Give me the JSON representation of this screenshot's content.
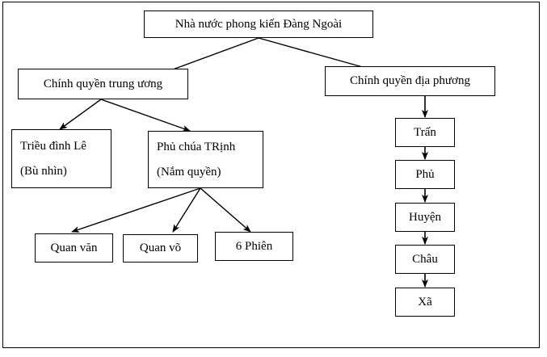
{
  "diagram": {
    "title": "Nhà nước phong kiến Đàng Ngoài",
    "type": "organizational-hierarchy-tree",
    "nodes": {
      "root": {
        "label": "Nhà nước phong kiến Đàng Ngoài"
      },
      "central_gov": {
        "label": "Chính quyền trung ương"
      },
      "local_gov": {
        "label": "Chính quyền địa phương"
      },
      "le_court": {
        "line1": "Triều đình Lê",
        "line2": "(Bù nhìn)"
      },
      "trinh_lord": {
        "line1": "Phủ chúa TRịnh",
        "line2": "(Nắm quyền)"
      },
      "civil_officials": {
        "label": "Quan văn"
      },
      "military_officials": {
        "label": "Quan võ"
      },
      "six_boards": {
        "label": "6  Phiên"
      },
      "tran": {
        "label": "Trấn"
      },
      "phu": {
        "label": "Phủ"
      },
      "huyen": {
        "label": "Huyện"
      },
      "chau": {
        "label": "Châu"
      },
      "xa": {
        "label": "Xã"
      }
    },
    "colors": {
      "stroke": "#000000",
      "fill": "#ffffff",
      "text": "#000000"
    }
  }
}
